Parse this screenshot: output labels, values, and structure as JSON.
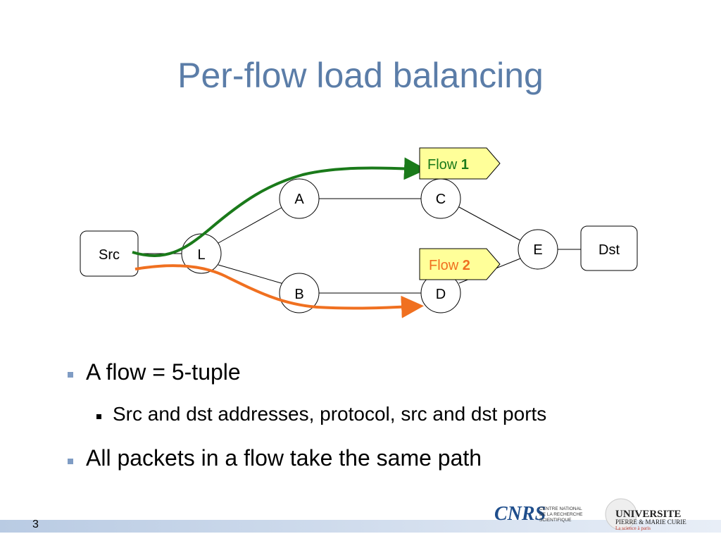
{
  "title": "Per-flow load balancing",
  "nodes": {
    "src": "Src",
    "l": "L",
    "a": "A",
    "b": "B",
    "c": "C",
    "d": "D",
    "e": "E",
    "dst": "Dst"
  },
  "flows": {
    "flow1": {
      "label": "Flow",
      "number": "1",
      "color": "#1a7a1a"
    },
    "flow2": {
      "label": "Flow",
      "number": "2",
      "color": "#f07020"
    }
  },
  "bullets": {
    "b1": "A flow = 5-tuple",
    "b2": "Src and dst addresses, protocol, src and dst ports",
    "b3": "All packets in a flow take the same path"
  },
  "footer": {
    "page_number": "3",
    "cnrs_logo_text": "CNRS",
    "cnrs_caption": [
      "CENTRE NATIONAL",
      "DE LA RECHERCHE",
      "SCIENTIFIQUE"
    ],
    "upmc_logo_line1": "UNIVERSITE",
    "upmc_logo_line2": "PIERRE & MARIE CURIE",
    "upmc_logo_line3": "La science à paris"
  },
  "colors": {
    "title": "#5b7da8",
    "flow_tag_fill": "#ffff99",
    "flow1": "#1a7a1a",
    "flow2": "#f07020"
  }
}
